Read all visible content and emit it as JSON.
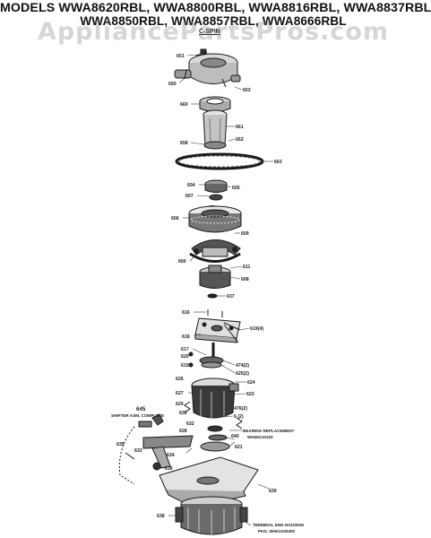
{
  "header": {
    "line1": "MODELS WWA8620RBL, WWA8800RBL, WWA8816RBL, WWA8837RBL",
    "line2": "WWA8850RBL, WWA8857RBL, WWA8666RBL"
  },
  "section_label": "C-SPIN",
  "watermark": "AppliancePartsPros.com",
  "part_labels": {
    "p651": "651",
    "p650": "650",
    "p653": "653",
    "p660": "660",
    "p661": "661",
    "p658": "658",
    "p662": "662",
    "p663": "663",
    "p604": "604",
    "p605": "605",
    "p607": "607",
    "p606": "606",
    "p609": "609",
    "p600": "600",
    "p611": "611",
    "p608": "608",
    "p637": "637",
    "p616": "616",
    "p618": "618",
    "p619": "619(4)",
    "p617": "617",
    "p620": "620",
    "p615": "615",
    "p474": "474(2)",
    "p625": "625(2)",
    "p624": "624",
    "p626": "626",
    "p627": "627",
    "p623": "623",
    "p629": "629",
    "p630": "630",
    "p632": "632",
    "p476": "476(2)",
    "p6b": "6 (2)",
    "p628": "628",
    "p640": "640",
    "p633": "633",
    "p634": "634",
    "p635": "635",
    "p636": "636",
    "p639": "639",
    "p621": "621",
    "p645": "645",
    "p638": "638"
  },
  "callouts": {
    "shifter_title": "SHIFTER ASM. COMPLETE",
    "bearing_line1": "BEARING REPLACEMENT",
    "bearing_line2": "WH46X10102",
    "terminal_line1": "TERMINAL END HOUSING",
    "terminal_line2": "PKG. WH01X00000"
  }
}
